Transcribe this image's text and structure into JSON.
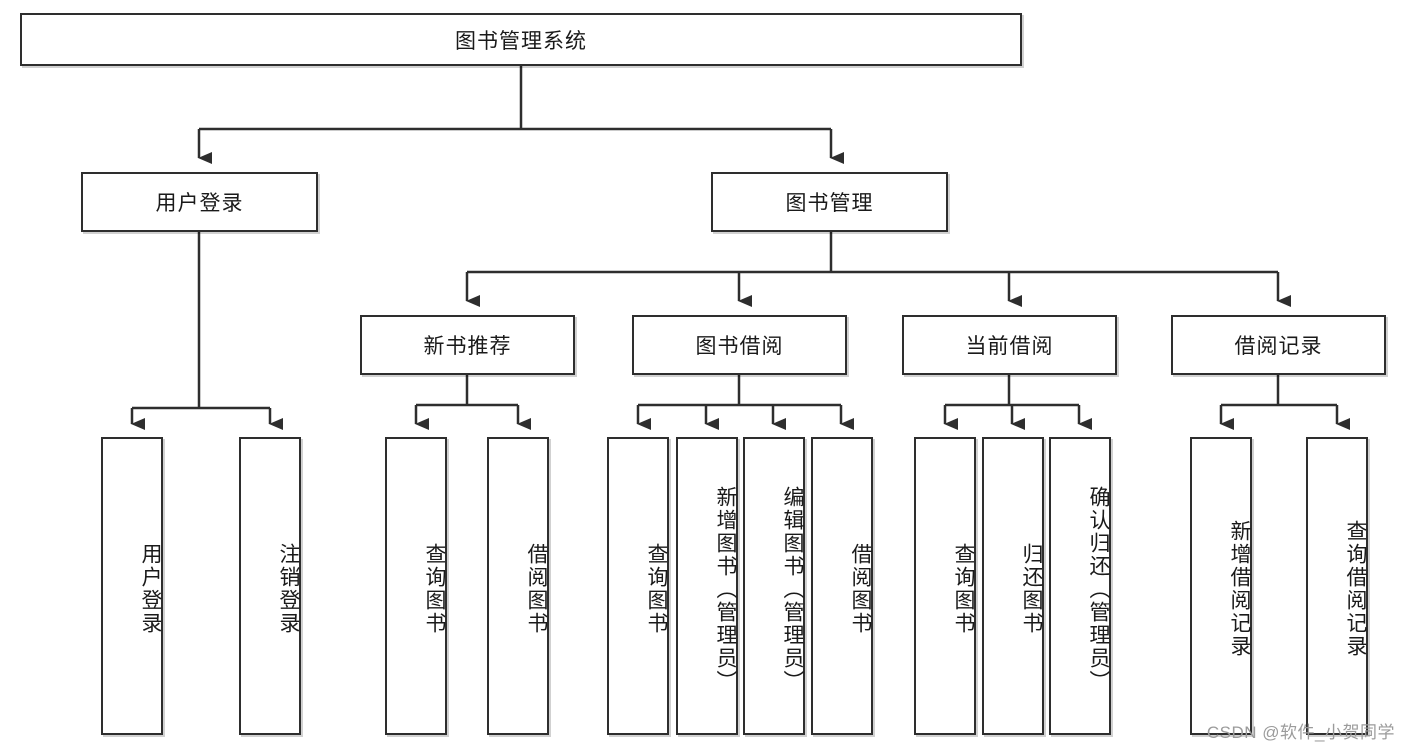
{
  "diagram": {
    "title": "图书管理系统",
    "type": "hierarchy-tree",
    "watermark": "CSDN @软件_小贺同学",
    "colors": {
      "box_border": "#2e2e2e",
      "box_fill": "#ffffff",
      "edge": "#2e2e2e",
      "text": "#1a1a1a",
      "watermark": "#9b9b9b"
    },
    "levels": {
      "root": {
        "label": "图书管理系统"
      },
      "level2": [
        {
          "id": "user-login",
          "label": "用户登录"
        },
        {
          "id": "book-manage",
          "label": "图书管理"
        }
      ],
      "level3": [
        {
          "id": "new-book-rec",
          "label": "新书推荐"
        },
        {
          "id": "book-borrow",
          "label": "图书借阅"
        },
        {
          "id": "current-borrow",
          "label": "当前借阅"
        },
        {
          "id": "borrow-record",
          "label": "借阅记录"
        }
      ],
      "leaves": {
        "user-login": [
          {
            "id": "leaf-user-login",
            "label": "用户登录"
          },
          {
            "id": "leaf-logout",
            "label": "注销登录"
          }
        ],
        "new-book-rec": [
          {
            "id": "leaf-query-book-1",
            "label": "查询图书"
          },
          {
            "id": "leaf-borrow-book-1",
            "label": "借阅图书"
          }
        ],
        "book-borrow": [
          {
            "id": "leaf-query-book-2",
            "label": "查询图书"
          },
          {
            "id": "leaf-add-book",
            "label": "新增图书（管理员）"
          },
          {
            "id": "leaf-edit-book",
            "label": "编辑图书（管理员）"
          },
          {
            "id": "leaf-borrow-book-2",
            "label": "借阅图书"
          }
        ],
        "current-borrow": [
          {
            "id": "leaf-query-book-3",
            "label": "查询图书"
          },
          {
            "id": "leaf-return-book",
            "label": "归还图书"
          },
          {
            "id": "leaf-confirm-return",
            "label": "确认归还（管理员）"
          }
        ],
        "borrow-record": [
          {
            "id": "leaf-add-record",
            "label": "新增借阅记录"
          },
          {
            "id": "leaf-query-record",
            "label": "查询借阅记录"
          }
        ]
      }
    }
  }
}
